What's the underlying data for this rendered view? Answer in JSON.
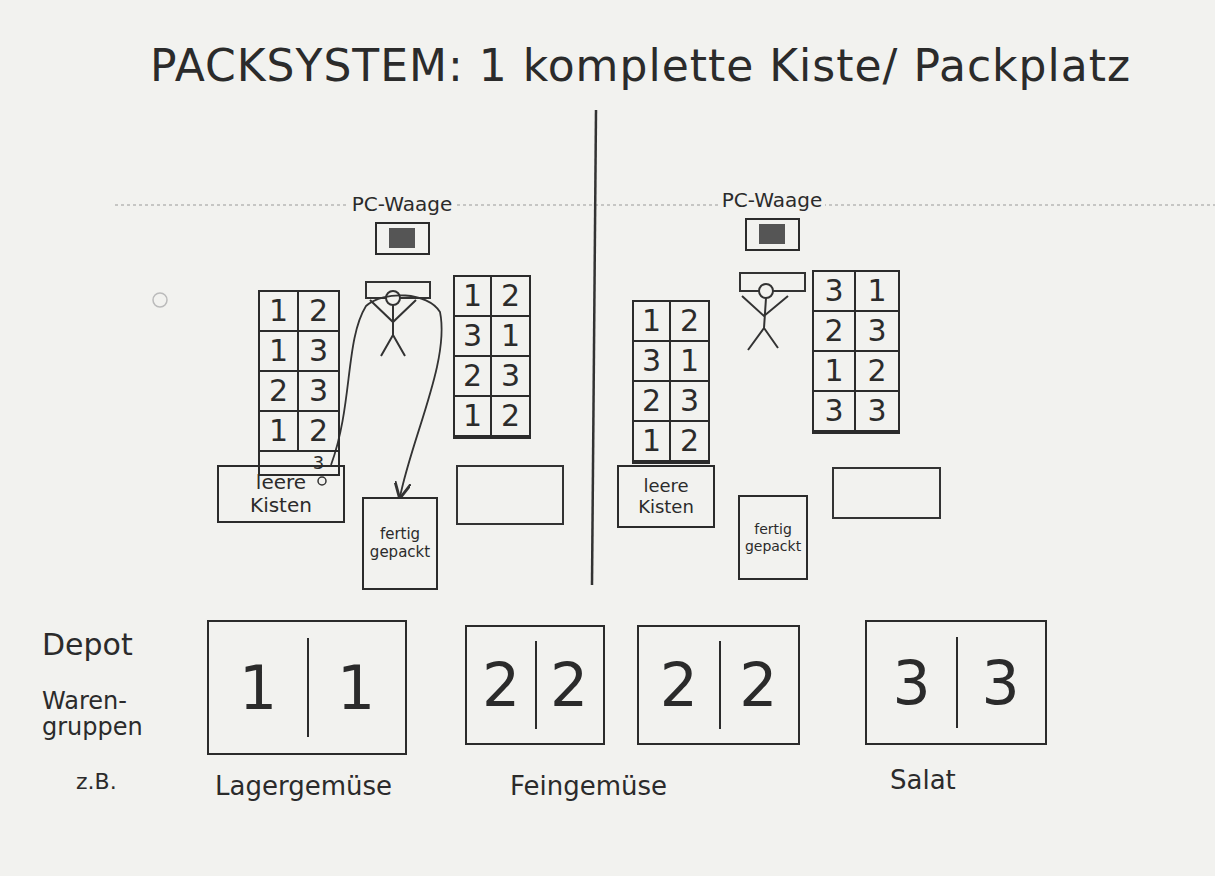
{
  "diagram": {
    "title": "PACKSYSTEM: 1 komplette Kiste/ Packplatz",
    "nodes": [
      {
        "text": [
          "PC-Waage"
        ]
      },
      {
        "text": [
          "1",
          "2",
          "1",
          "3",
          "2",
          "3",
          "1",
          "2",
          "3"
        ]
      },
      {
        "text": [
          "1",
          "2",
          "3",
          "1",
          "2",
          "3",
          "1",
          "2"
        ]
      },
      {
        "text": [
          "leere Kisten"
        ]
      },
      {
        "text": [
          "fertig gepackt"
        ]
      },
      {
        "text": [
          "PC-Waage"
        ]
      },
      {
        "text": [
          "1",
          "2",
          "3",
          "1",
          "2",
          "3",
          "1",
          "2"
        ]
      },
      {
        "text": [
          "3",
          "1",
          "2",
          "3",
          "1",
          "2",
          "3",
          "3"
        ]
      },
      {
        "text": [
          "leere Kisten"
        ]
      },
      {
        "text": [
          "fertig gepackt"
        ]
      },
      {
        "text": [
          "1",
          "1"
        ]
      },
      {
        "text": [
          "2",
          "2"
        ]
      },
      {
        "text": [
          "2",
          "2"
        ]
      },
      {
        "text": [
          "3",
          "3"
        ]
      }
    ],
    "edges": [
      {
        "from": 3,
        "to": 4,
        "arrow": "to"
      }
    ],
    "labels": [
      "Depot",
      "Waren- gruppen",
      "z.B.",
      "Lagergemüse",
      "Feingemüse",
      "Salat"
    ]
  }
}
